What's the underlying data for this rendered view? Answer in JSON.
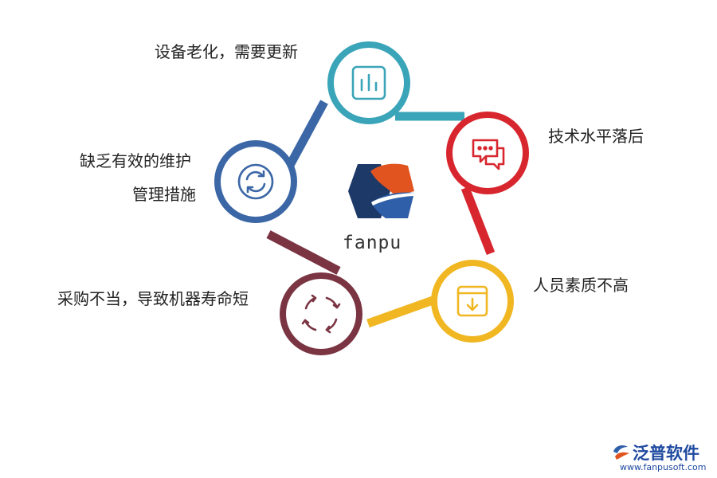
{
  "labels": {
    "top": "设备老化，需要更新",
    "right_top": "技术水平落后",
    "left_top_line1": "缺乏有效的维护",
    "left_top_line2": "管理措施",
    "right_bottom": "人员素质不高",
    "left_bottom": "采购不当，导致机器寿命短"
  },
  "center": {
    "text": "fanpu"
  },
  "watermark": {
    "name": "泛普软件",
    "url": "www.fanpusoft.com"
  },
  "nodes": [
    {
      "id": "top",
      "color": "#3aa4b8",
      "icon": "bar-chart-icon"
    },
    {
      "id": "right-top",
      "color": "#d7262e",
      "icon": "chat-bubbles-icon"
    },
    {
      "id": "right-bottom",
      "color": "#f0b722",
      "icon": "download-box-icon"
    },
    {
      "id": "left-bottom",
      "color": "#7a3442",
      "icon": "refresh-arrows-icon"
    },
    {
      "id": "left-top",
      "color": "#3c67a6",
      "icon": "sync-icon"
    }
  ]
}
